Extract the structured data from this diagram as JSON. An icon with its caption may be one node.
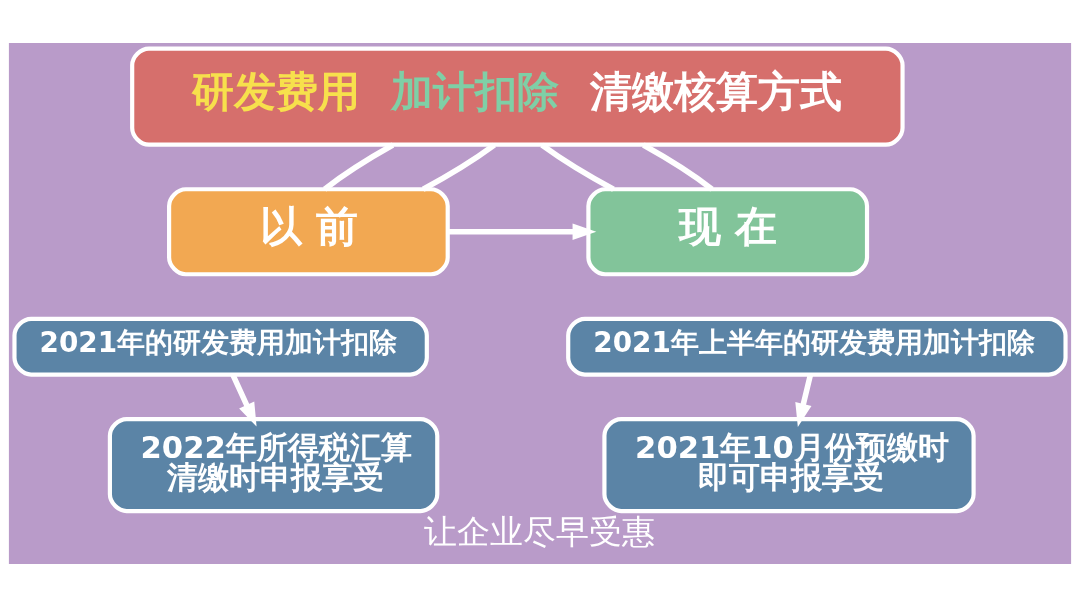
{
  "diagram": {
    "caption": "让企业尽早受惠",
    "nodes": [
      {
        "text": [
          "研发费用 加计扣除 清缴核算方式"
        ]
      },
      {
        "text": [
          "以 前"
        ]
      },
      {
        "text": [
          "现 在"
        ]
      },
      {
        "text": [
          "2021年的研发费用加计扣除"
        ]
      },
      {
        "text": [
          "2021年上半年的研发费用加计扣除"
        ]
      },
      {
        "text": [
          "2022年所得税汇算清缴时申报享受"
        ]
      },
      {
        "text": [
          "2021年10月份预缴时即可申报享受"
        ]
      }
    ],
    "edges": [
      {
        "from": 0,
        "to": 1,
        "arrow": "none"
      },
      {
        "from": 0,
        "to": 1,
        "arrow": "none"
      },
      {
        "from": 0,
        "to": 2,
        "arrow": "none"
      },
      {
        "from": 0,
        "to": 2,
        "arrow": "none"
      },
      {
        "from": 1,
        "to": 2,
        "arrow": "to"
      },
      {
        "from": 3,
        "to": 5,
        "arrow": "to"
      },
      {
        "from": 4,
        "to": 6,
        "arrow": "to"
      }
    ]
  }
}
